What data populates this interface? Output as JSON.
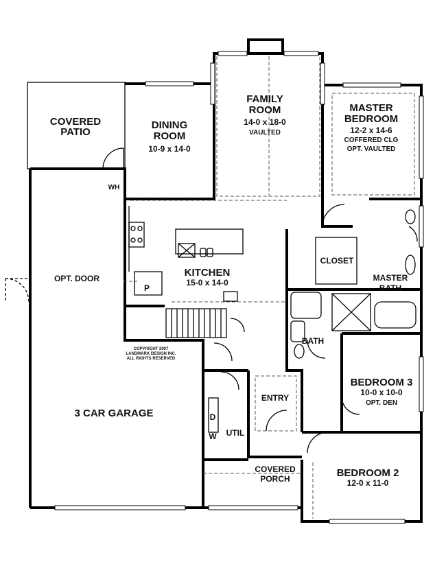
{
  "rooms": {
    "covered_patio": {
      "name_line1": "COVERED",
      "name_line2": "PATIO"
    },
    "dining_room": {
      "name_line1": "DINING",
      "name_line2": "ROOM",
      "size": "10-9 x 14-0"
    },
    "family_room": {
      "name_line1": "FAMILY",
      "name_line2": "ROOM",
      "size": "14-0 x 18-0",
      "note": "VAULTED"
    },
    "master_bedroom": {
      "name_line1": "MASTER",
      "name_line2": "BEDROOM",
      "size": "12-2 x 14-6",
      "note1": "COFFERED CLG",
      "note2": "OPT. VAULTED"
    },
    "water_heater": {
      "name": "WH"
    },
    "opt_door": {
      "name": "OPT. DOOR"
    },
    "kitchen": {
      "name": "KITCHEN",
      "size": "15-0 x 14-0"
    },
    "pantry": {
      "name": "P"
    },
    "closet": {
      "name": "CLOSET"
    },
    "master_bath": {
      "name_line1": "MASTER",
      "name_line2": "BATH"
    },
    "bath": {
      "name": "BATH"
    },
    "copyright": {
      "line1": "COPYRIGHT 2007",
      "line2": "LANDMARK DESIGN INC.",
      "line3": "ALL RIGHTS RESERVED"
    },
    "garage": {
      "name": "3 CAR GARAGE"
    },
    "bedroom3": {
      "name": "BEDROOM 3",
      "size": "10-0 x 10-0",
      "note": "OPT. DEN"
    },
    "entry": {
      "name": "ENTRY"
    },
    "dryer": {
      "name": "D"
    },
    "washer": {
      "name": "W"
    },
    "utility": {
      "name": "UTIL"
    },
    "covered_porch": {
      "name_line1": "COVERED",
      "name_line2": "PORCH"
    },
    "bedroom2": {
      "name": "BEDROOM 2",
      "size": "12-0 x 11-0"
    }
  }
}
